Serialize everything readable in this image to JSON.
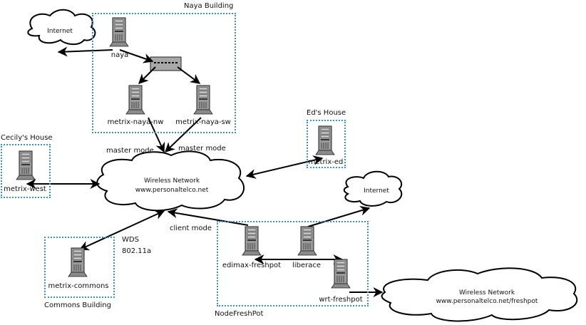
{
  "diagram": {
    "groups": [
      {
        "id": "naya-building",
        "label": "Naya Building"
      },
      {
        "id": "cecilys-house",
        "label": "Cecily's House"
      },
      {
        "id": "eds-house",
        "label": "Ed's House"
      },
      {
        "id": "commons-building",
        "label": "Commons Building"
      },
      {
        "id": "nodefreshpot",
        "label": "NodeFreshPot"
      }
    ],
    "servers": [
      {
        "id": "naya",
        "label": "naya"
      },
      {
        "id": "metrix-naya-nw",
        "label": "metrix-naya-nw"
      },
      {
        "id": "metrix-naya-sw",
        "label": "metrix-naya-sw"
      },
      {
        "id": "metrix-west",
        "label": "metrix-west"
      },
      {
        "id": "metrix-ed",
        "label": "metrix-ed"
      },
      {
        "id": "metrix-commons",
        "label": "metrix-commons"
      },
      {
        "id": "edimax-freshpot",
        "label": "edimax-freshpot"
      },
      {
        "id": "liberace",
        "label": "liberace"
      },
      {
        "id": "wrt-freshpot",
        "label": "wrt-freshpot"
      }
    ],
    "clouds": [
      {
        "id": "internet-1",
        "lines": [
          "Internet"
        ]
      },
      {
        "id": "wireless-main",
        "lines": [
          "Wireless Network",
          "www.personaltelco.net"
        ]
      },
      {
        "id": "internet-2",
        "lines": [
          "Internet"
        ]
      },
      {
        "id": "wireless-freshpot",
        "lines": [
          "Wireless Network",
          "www.personaltelco.net/freshpot"
        ]
      }
    ],
    "annotations": {
      "master_mode_left": "master mode",
      "master_mode_right": "master mode",
      "client_mode": "client mode",
      "wds": "WDS",
      "wds_band": "802.11a"
    },
    "colors": {
      "group_border": "#3a8fd0",
      "server_fill": "#9a9a9a",
      "switch_fill": "#a8a8a8",
      "line": "#000000"
    }
  }
}
